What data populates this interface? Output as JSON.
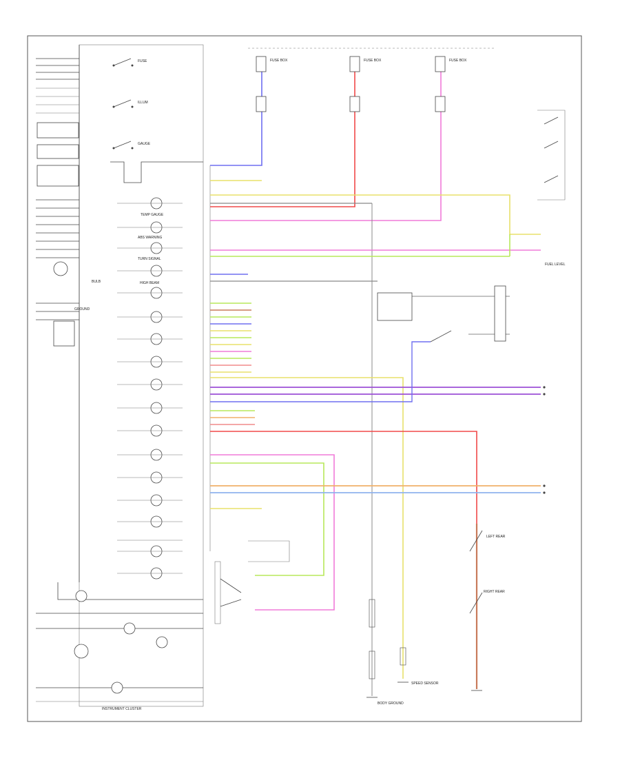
{
  "labels": {
    "fuse_top": "FUSE",
    "illum": "ILLUM",
    "gauge": "GAUGE",
    "temp_gauge": "TEMP GAUGE",
    "abs_warning": "ABS WARNING",
    "turn_signal": "TURN SIGNAL",
    "high_beam": "HIGH BEAM",
    "ground": "GROUND",
    "bulb_main": "BULB",
    "fuse_box_1": "FUSE BOX",
    "fuse_box_2": "FUSE BOX",
    "fuse_box_3": "FUSE BOX",
    "body_ground": "BODY GROUND",
    "speed_sensor": "SPEED SENSOR",
    "fuel_level": "FUEL LEVEL",
    "left_rear": "LEFT REAR",
    "right_rear": "RIGHT REAR",
    "instrument_cluster": "INSTRUMENT CLUSTER"
  },
  "colors": {
    "blue": "#6e6ef0",
    "red": "#f04848",
    "pink": "#f07ad8",
    "purple": "#9b4fd6",
    "yellow": "#e8e06a",
    "green": "#b7e85a",
    "orange": "#f0b068",
    "lightblue": "#8fb2ee",
    "lightred": "#f08a8a",
    "brown": "#c87a5a",
    "gray": "#888888",
    "limegreen": "#c8f070"
  }
}
